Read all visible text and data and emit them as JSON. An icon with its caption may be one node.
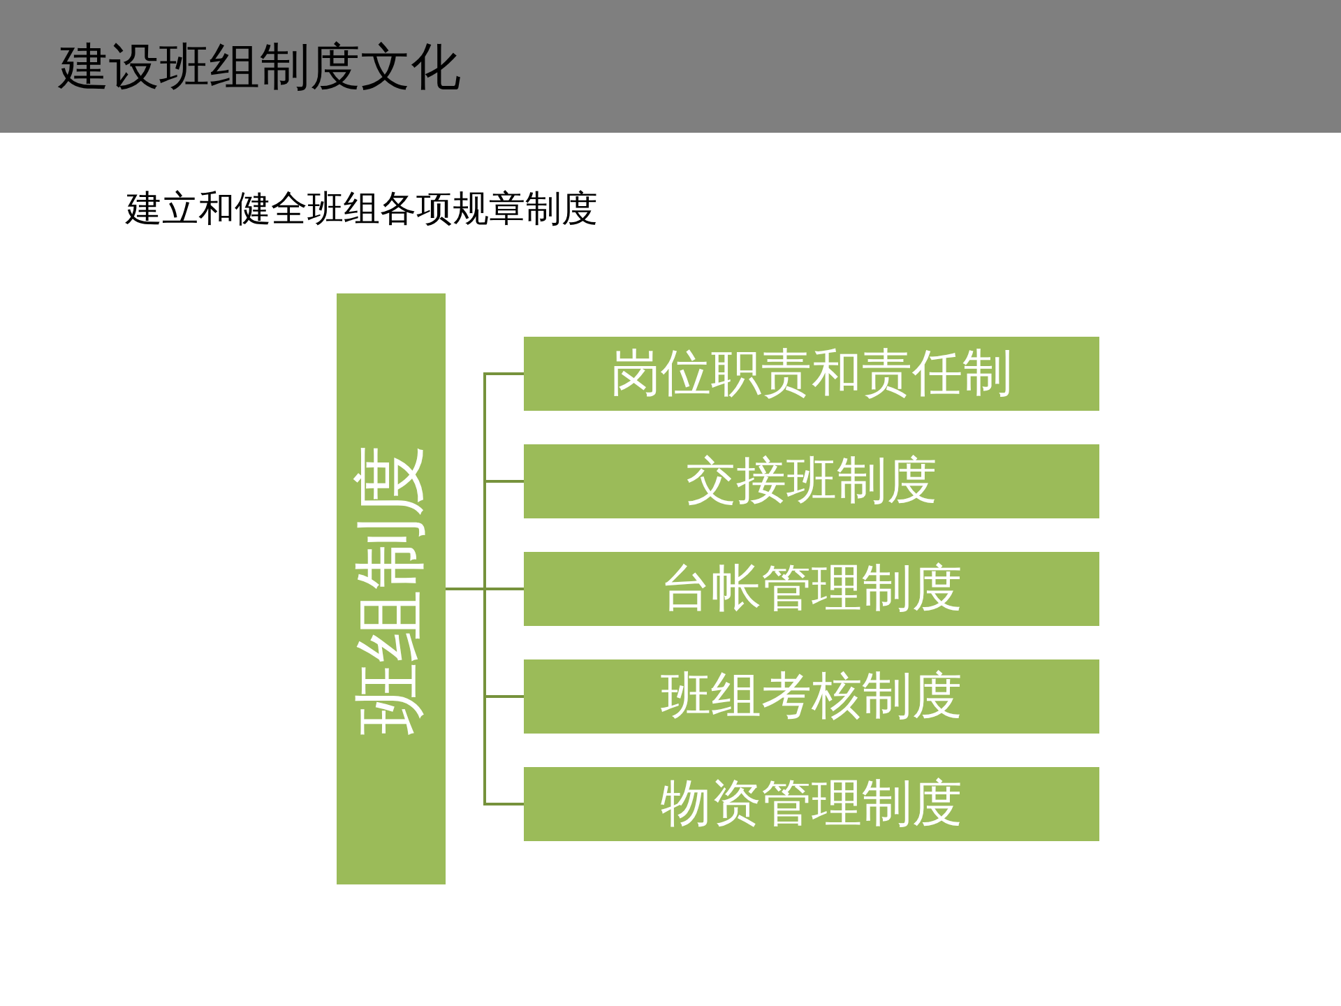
{
  "diagram": {
    "title": "建设班组制度文化",
    "nodes": [
      {
        "text": [
          "班组制度"
        ]
      },
      {
        "text": [
          "岗位职责和责任制"
        ]
      },
      {
        "text": [
          "交接班制度"
        ]
      },
      {
        "text": [
          "台帐管理制度"
        ]
      },
      {
        "text": [
          "班组考核制度"
        ]
      },
      {
        "text": [
          "物资管理制度"
        ]
      }
    ],
    "edges": [
      {
        "from": 0,
        "to": 1,
        "arrow": "none"
      },
      {
        "from": 0,
        "to": 2,
        "arrow": "none"
      },
      {
        "from": 0,
        "to": 3,
        "arrow": "none"
      },
      {
        "from": 0,
        "to": 4,
        "arrow": "none"
      },
      {
        "from": 0,
        "to": 5,
        "arrow": "none"
      }
    ],
    "labels": [
      "建立和健全班组各项规章制度"
    ]
  }
}
